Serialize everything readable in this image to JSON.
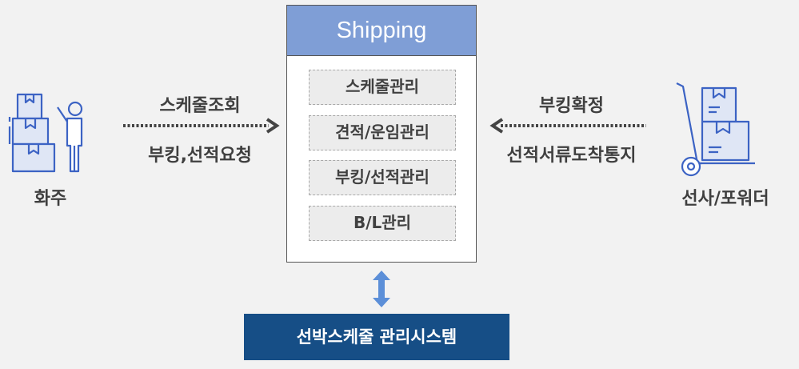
{
  "shipping": {
    "title": "Shipping",
    "modules": [
      "스케줄관리",
      "견적/운임관리",
      "부킹/선적관리",
      "B/L관리"
    ]
  },
  "shipper": {
    "label": "화주"
  },
  "carrier": {
    "label": "선사/포워더"
  },
  "left_flow": {
    "top_label": "스케줄조회",
    "bottom_label": "부킹,선적요청"
  },
  "right_flow": {
    "top_label": "부킹확정",
    "bottom_label": "선적서류도착통지"
  },
  "system": {
    "label": "선박스케줄 관리시스템"
  },
  "colors": {
    "header_blue": "#7f9ed6",
    "system_navy": "#164e86",
    "arrow_dark": "#444444",
    "connector_blue": "#5c8fd8",
    "icon_blue": "#3c63c4"
  }
}
